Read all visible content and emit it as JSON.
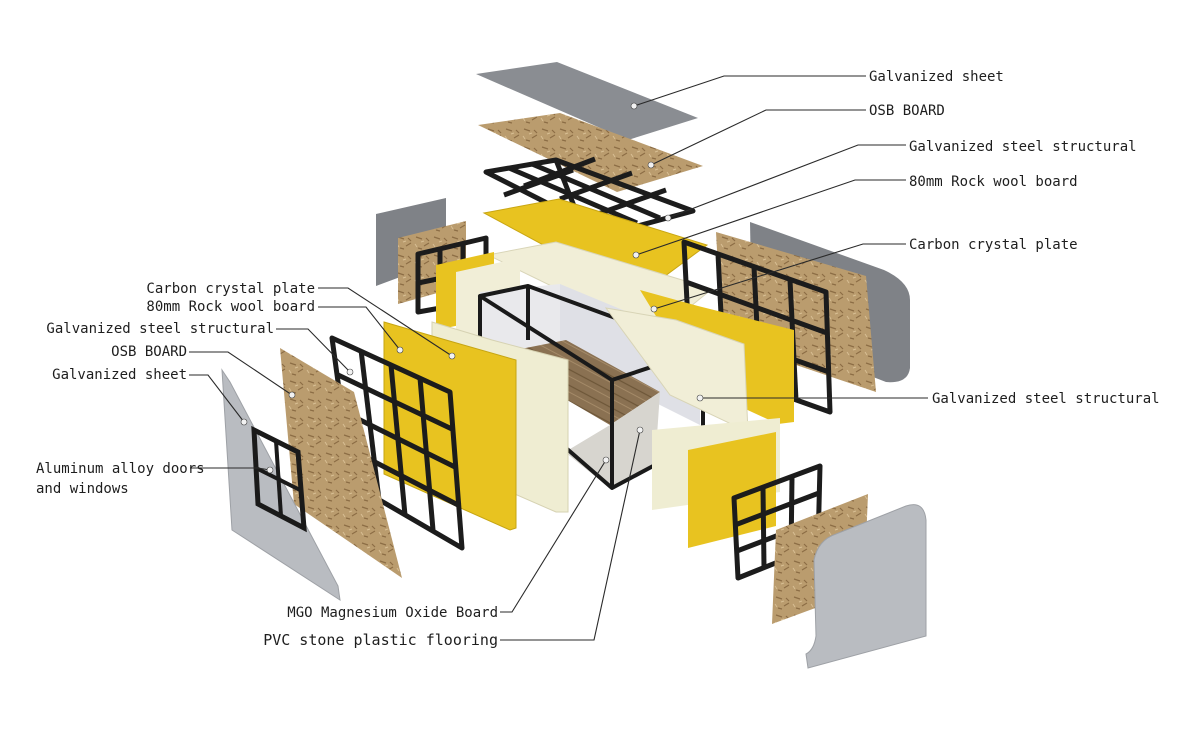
{
  "labels": {
    "top_galvanized_sheet": "Galvanized sheet",
    "top_osb_board": "OSB BOARD",
    "top_galvanized_steel_structural": "Galvanized steel structural",
    "top_rock_wool_board": "80mm Rock wool board",
    "right_carbon_crystal_plate": "Carbon crystal plate",
    "right_galvanized_steel_structural": "Galvanized steel structural",
    "left_carbon_crystal_plate": "Carbon crystal plate",
    "left_rock_wool_board": "80mm Rock wool board",
    "left_galvanized_steel_structural": "Galvanized steel structural",
    "left_osb_board": "OSB BOARD",
    "left_galvanized_sheet": "Galvanized sheet",
    "doors_windows_line1": "Aluminum alloy doors",
    "doors_windows_line2": "and windows",
    "mgo_board": "MGO Magnesium Oxide Board",
    "pvc_flooring": "PVC stone plastic flooring"
  },
  "colors": {
    "galvanized": "#8a8d92",
    "galvanized_light": "#b9bcc1",
    "osb": "#b99b6c",
    "carbon_crystal": "#f1eed7",
    "rock_wool": "#e8c320",
    "steel": "#1c1c1c",
    "floor": "#8a7152"
  }
}
